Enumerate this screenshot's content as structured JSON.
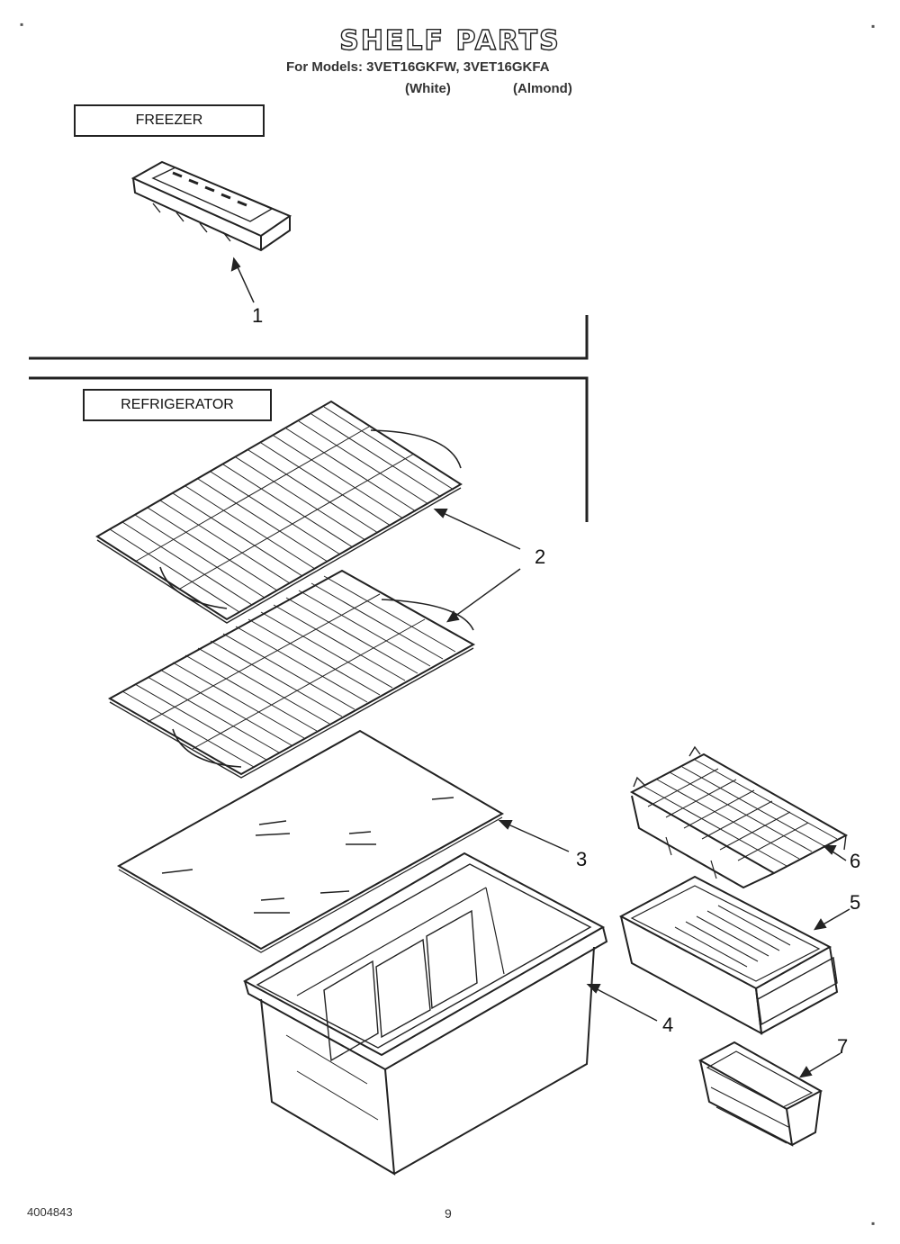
{
  "header": {
    "title": "SHELF PARTS",
    "models_line": "For Models: 3VET16GKFW, 3VET16GKFA",
    "variant_white": "(White)",
    "variant_almond": "(Almond)"
  },
  "sections": {
    "freezer_label": "FREEZER",
    "refrigerator_label": "REFRIGERATOR"
  },
  "callouts": [
    "1",
    "2",
    "3",
    "4",
    "5",
    "6",
    "7"
  ],
  "footer": {
    "code": "4004843",
    "page": "9"
  },
  "parts": [
    {
      "ref": "1",
      "name": "ice-tray"
    },
    {
      "ref": "2",
      "name": "wire-shelf"
    },
    {
      "ref": "3",
      "name": "glass-shelf"
    },
    {
      "ref": "4",
      "name": "crisper-bin"
    },
    {
      "ref": "5",
      "name": "meat-pan"
    },
    {
      "ref": "6",
      "name": "meat-pan-cover"
    },
    {
      "ref": "7",
      "name": "door-bin"
    }
  ],
  "colors": {
    "line": "#222222",
    "background": "#ffffff"
  }
}
